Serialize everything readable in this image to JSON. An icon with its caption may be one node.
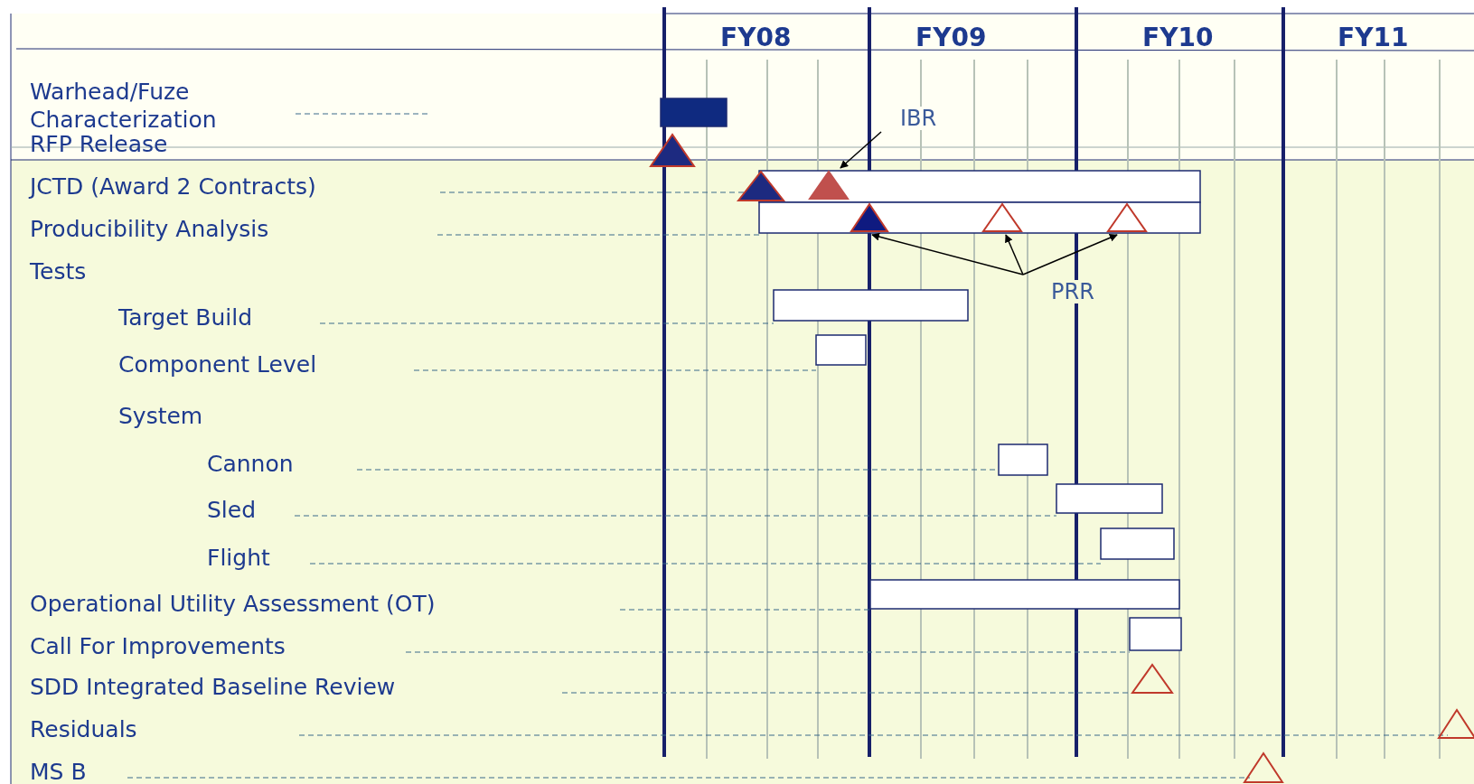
{
  "diagram": {
    "nodes": [
      {
        "text": [
          "IBR"
        ]
      },
      {
        "text": [],
        "shape": "triangle"
      },
      {
        "text": [
          "PRR"
        ]
      },
      {
        "text": [],
        "shape": "triangle"
      },
      {
        "text": [],
        "shape": "triangle"
      },
      {
        "text": [],
        "shape": "triangle"
      }
    ],
    "edges": [
      {
        "from": 0,
        "to": 1,
        "arrow": "to"
      },
      {
        "from": 2,
        "to": 3,
        "arrow": "to"
      },
      {
        "from": 2,
        "to": 4,
        "arrow": "to"
      },
      {
        "from": 2,
        "to": 5,
        "arrow": "to"
      }
    ],
    "labels": [
      "FY08",
      "FY09",
      "FY10",
      "FY11",
      "Warhead/Fuze Characterization",
      "RFP Release",
      "JCTD (Award 2 Contracts)",
      "Producibility Analysis",
      "Tests",
      "Target Build",
      "Component Level",
      "System",
      "Cannon",
      "Sled",
      "Flight",
      "Operational Utility Assessment (OT)",
      "Call For Improvements",
      "SDD Integrated Baseline Review",
      "Residuals",
      "MS B"
    ]
  }
}
